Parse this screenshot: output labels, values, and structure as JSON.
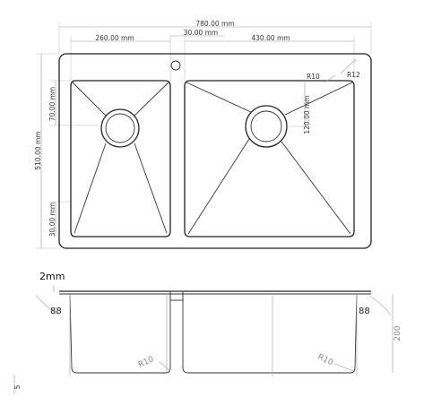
{
  "top_view": {
    "overall_width": "780.00 mm",
    "left_bowl_width": "260.00 mm",
    "divider_width": "30.00 mm",
    "right_bowl_width": "430.00 mm",
    "overall_depth": "510.00 mm",
    "drain_offset_top": "70.00 mm",
    "bowl_offset_bottom": "30.00 mm",
    "right_drain_offset": "120.00 mm",
    "inner_radius": "R10",
    "corner_radius": "R12"
  },
  "side_view": {
    "thickness": "2mm",
    "left_angle": "88",
    "right_angle": "88",
    "height": "200",
    "flange": "5",
    "left_radius": "R10",
    "right_radius": "R10"
  }
}
